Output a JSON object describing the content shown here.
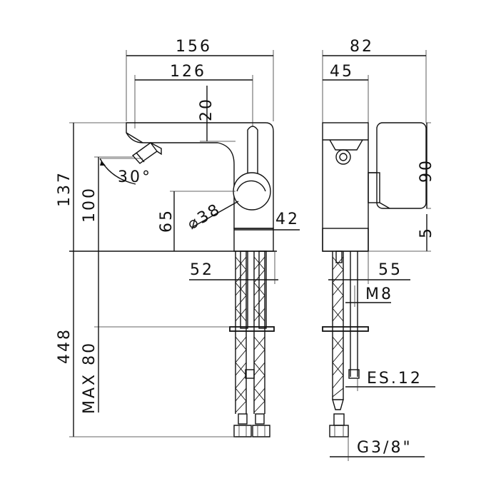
{
  "dimensions": {
    "front_width_total": "156",
    "front_spout_width": "126",
    "front_top_offset": "20",
    "front_height_total": "137",
    "front_spout_height": "100",
    "front_handle_height": "65",
    "front_handle_diameter": "⌀38",
    "front_base_width": "42",
    "front_spout_angle": "30°",
    "front_hole_width": "52",
    "front_below_total": "448",
    "front_max_thickness": "MAX 80",
    "side_width_total": "82",
    "side_width_body": "45",
    "side_handle_height": "90",
    "side_base_gap": "5",
    "side_hole": "55",
    "side_rod": "M8",
    "side_pipe": "ES.12",
    "side_connector": "G3/8\""
  }
}
